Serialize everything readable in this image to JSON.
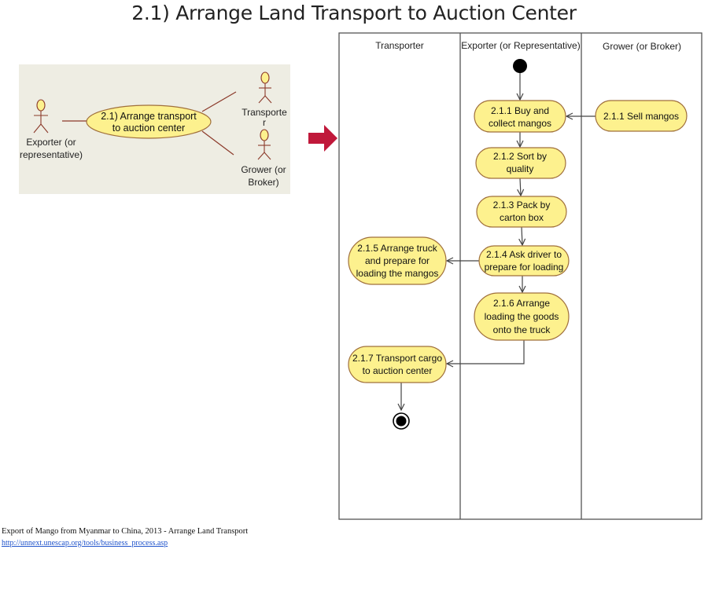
{
  "title": "2.1) Arrange Land Transport to Auction Center",
  "use_case": {
    "use_case_label_line1": "2.1) Arrange transport",
    "use_case_label_line2": "to auction center",
    "actors": {
      "exporter_line1": "Exporter (or",
      "exporter_line2": "representative)",
      "transporter_line1": "Transporte",
      "transporter_line2": "r",
      "grower_line1": "Grower (or",
      "grower_line2": "Broker)"
    }
  },
  "activity": {
    "lanes": [
      "Transporter",
      "Exporter (or Representative)",
      "Grower (or Broker)"
    ],
    "nodes": {
      "sell": [
        "2.1.1 Sell mangos"
      ],
      "buy": [
        "2.1.1 Buy and",
        "collect mangos"
      ],
      "sort": [
        "2.1.2 Sort by",
        "quality"
      ],
      "pack": [
        "2.1.3 Pack by",
        "carton box"
      ],
      "ask": [
        "2.1.4 Ask driver to",
        "prepare for loading"
      ],
      "truck": [
        "2.1.5 Arrange truck",
        "and prepare for",
        "loading the mangos"
      ],
      "load": [
        "2.1.6 Arrange",
        "loading the goods",
        "onto the truck"
      ],
      "transport": [
        "2.1.7 Transport cargo",
        "to auction center"
      ]
    }
  },
  "colors": {
    "node_fill": "#fdf18e",
    "node_border": "#a0703c",
    "arrow_red": "#c0183a",
    "actor_line": "#8b3a2a",
    "panel_bg": "#eeede3"
  },
  "footer": {
    "caption": "Export of Mango from Myanmar to China, 2013 - Arrange Land Transport",
    "link": "http://unnext.unescap.org/tools/business_process.asp"
  }
}
